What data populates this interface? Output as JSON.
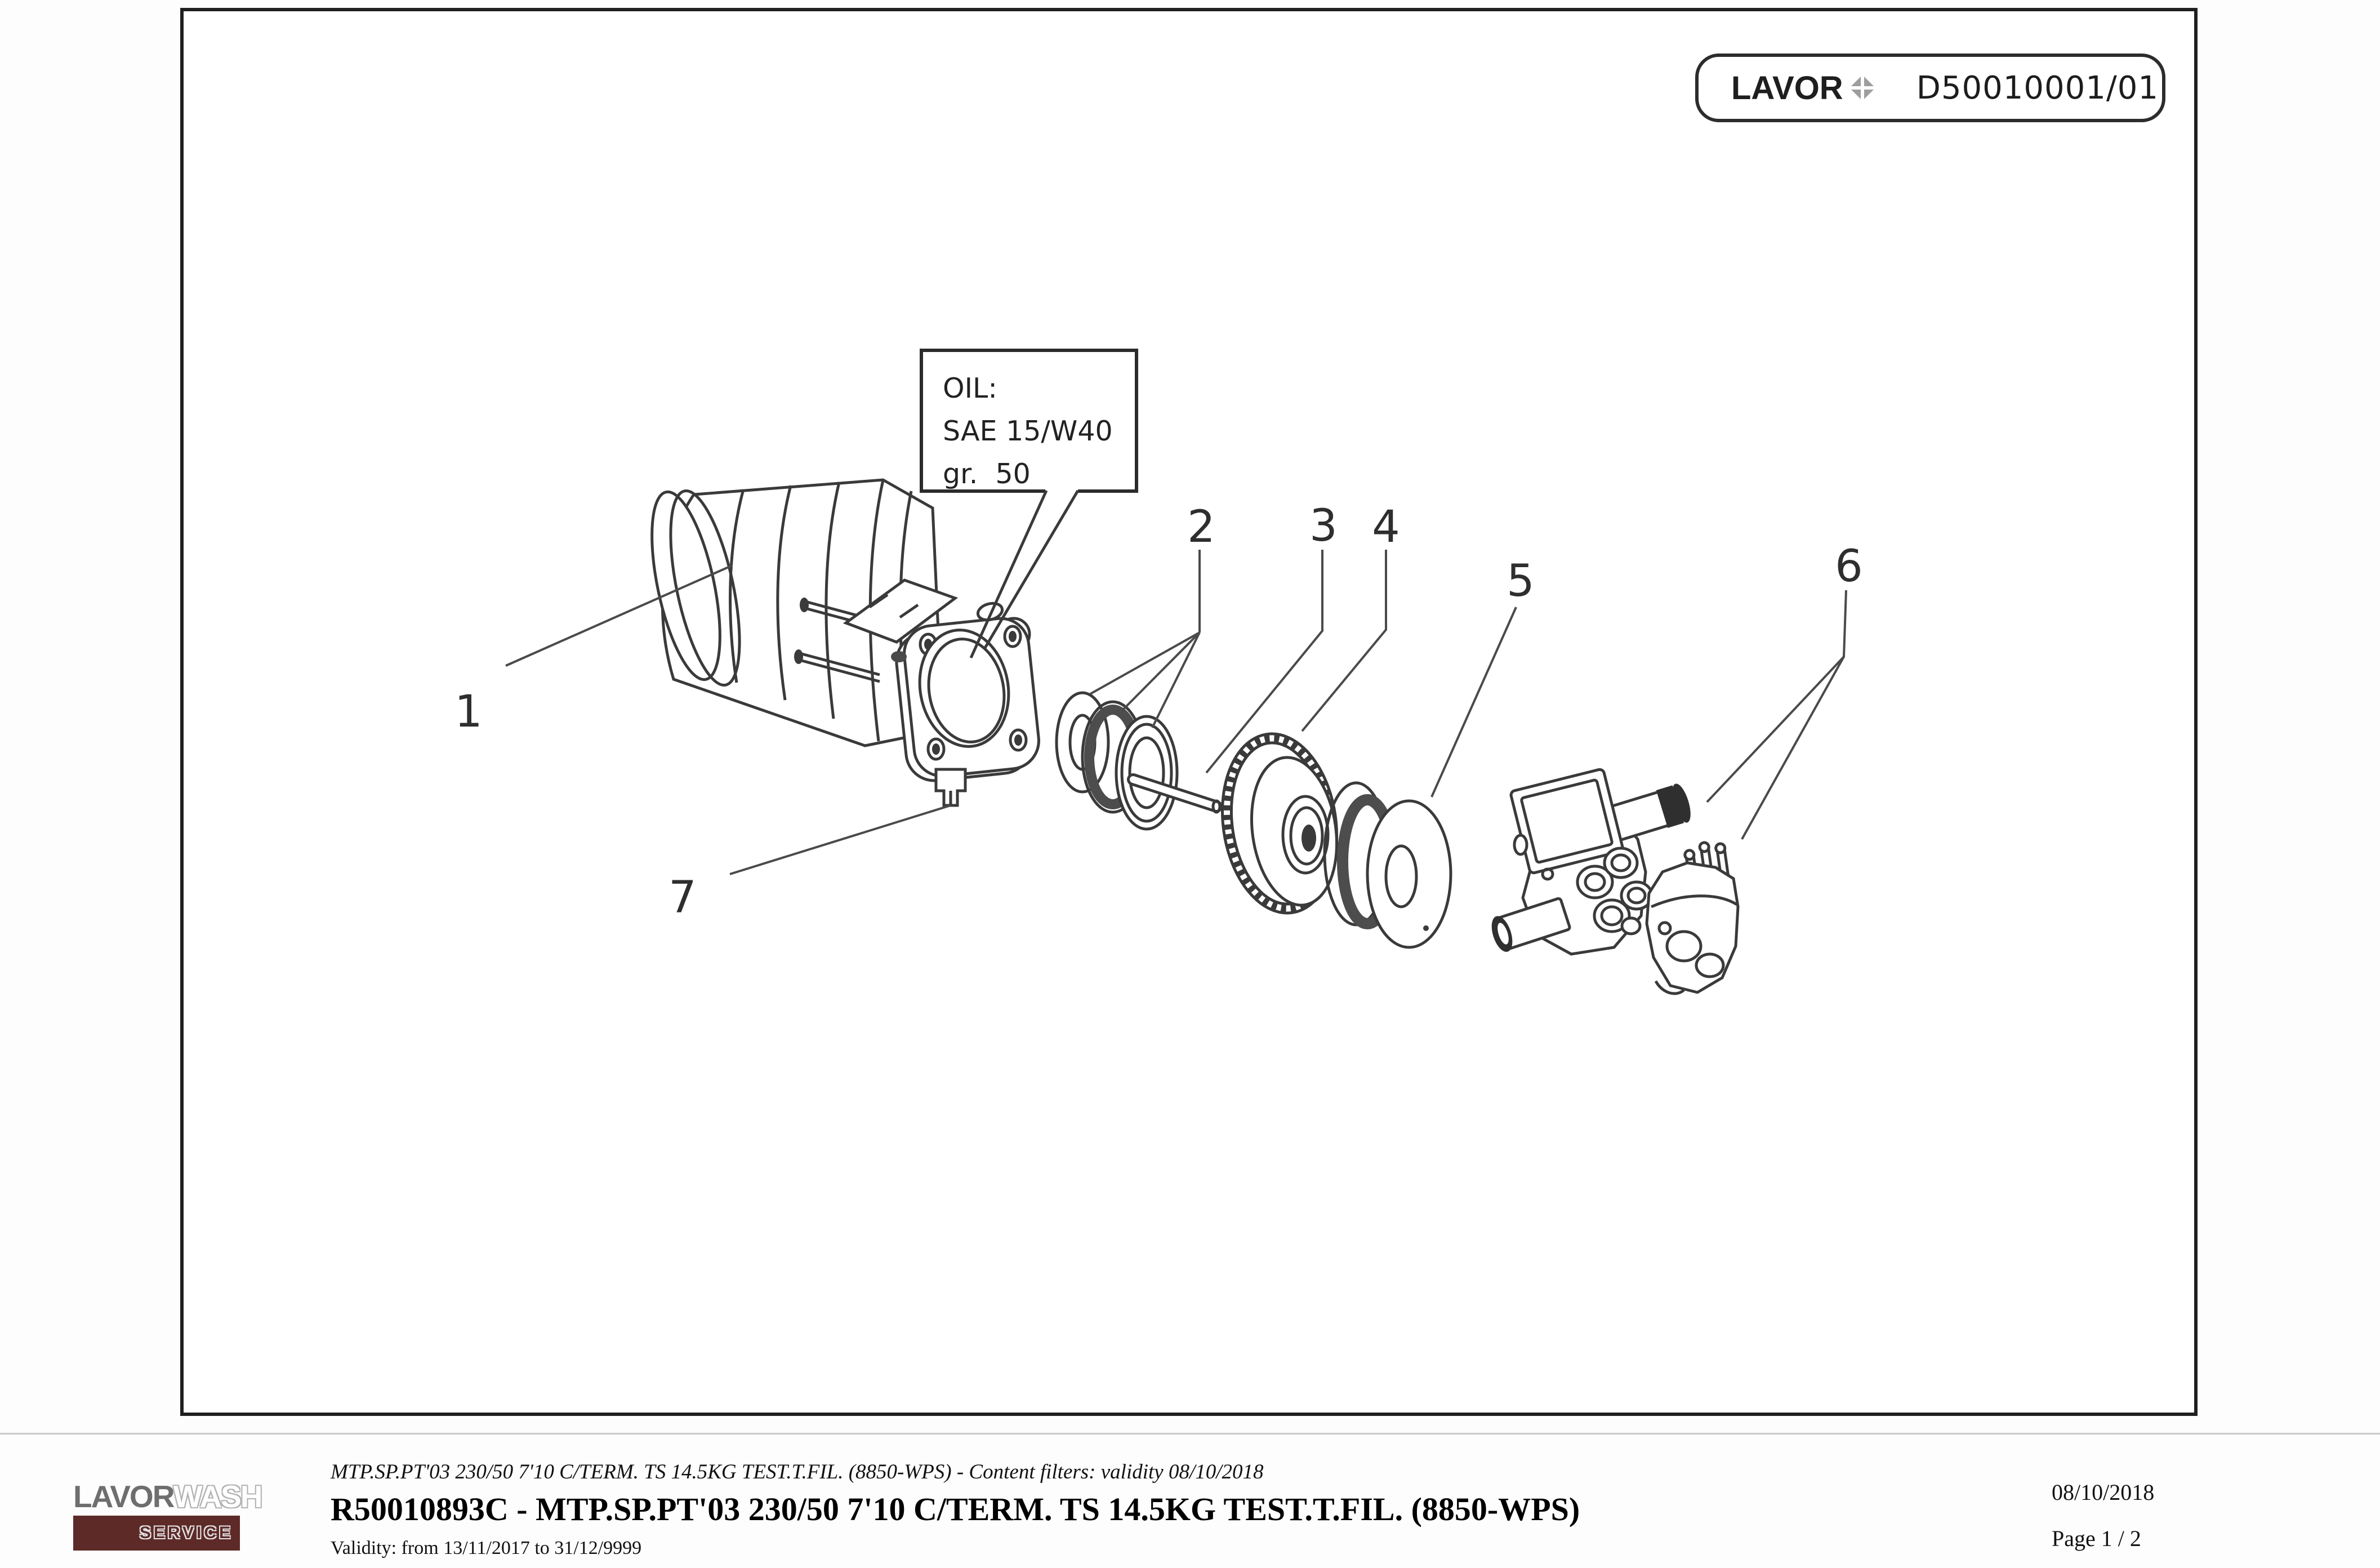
{
  "badge": {
    "brand": "LAVOR",
    "doc_code": "D50010001/01"
  },
  "oil_callout": {
    "line1": "OIL:",
    "line2": "SAE 15/W40",
    "line3": "gr.  50"
  },
  "callouts": [
    "1",
    "2",
    "3",
    "4",
    "5",
    "6",
    "7"
  ],
  "footer": {
    "brand_solid": "LAVOR",
    "brand_outline": "WASH",
    "service_label": "SERVICE",
    "context_line": "MTP.SP.PT'03 230/50 7'10 C/TERM. TS 14.5KG TEST.T.FIL. (8850-WPS) - Content filters: validity 08/10/2018",
    "title_line": "R50010893C - MTP.SP.PT'03 230/50 7'10 C/TERM. TS 14.5KG TEST.T.FIL. (8850-WPS)",
    "validity_line": "Validity: from 13/11/2017 to 31/12/9999",
    "date": "08/10/2018",
    "page_label": "Page 1 / 2"
  },
  "colors": {
    "service_maroon": "#5d2a28",
    "line_color": "#3a3a3a",
    "logo_gray": "#6e6e6e"
  }
}
